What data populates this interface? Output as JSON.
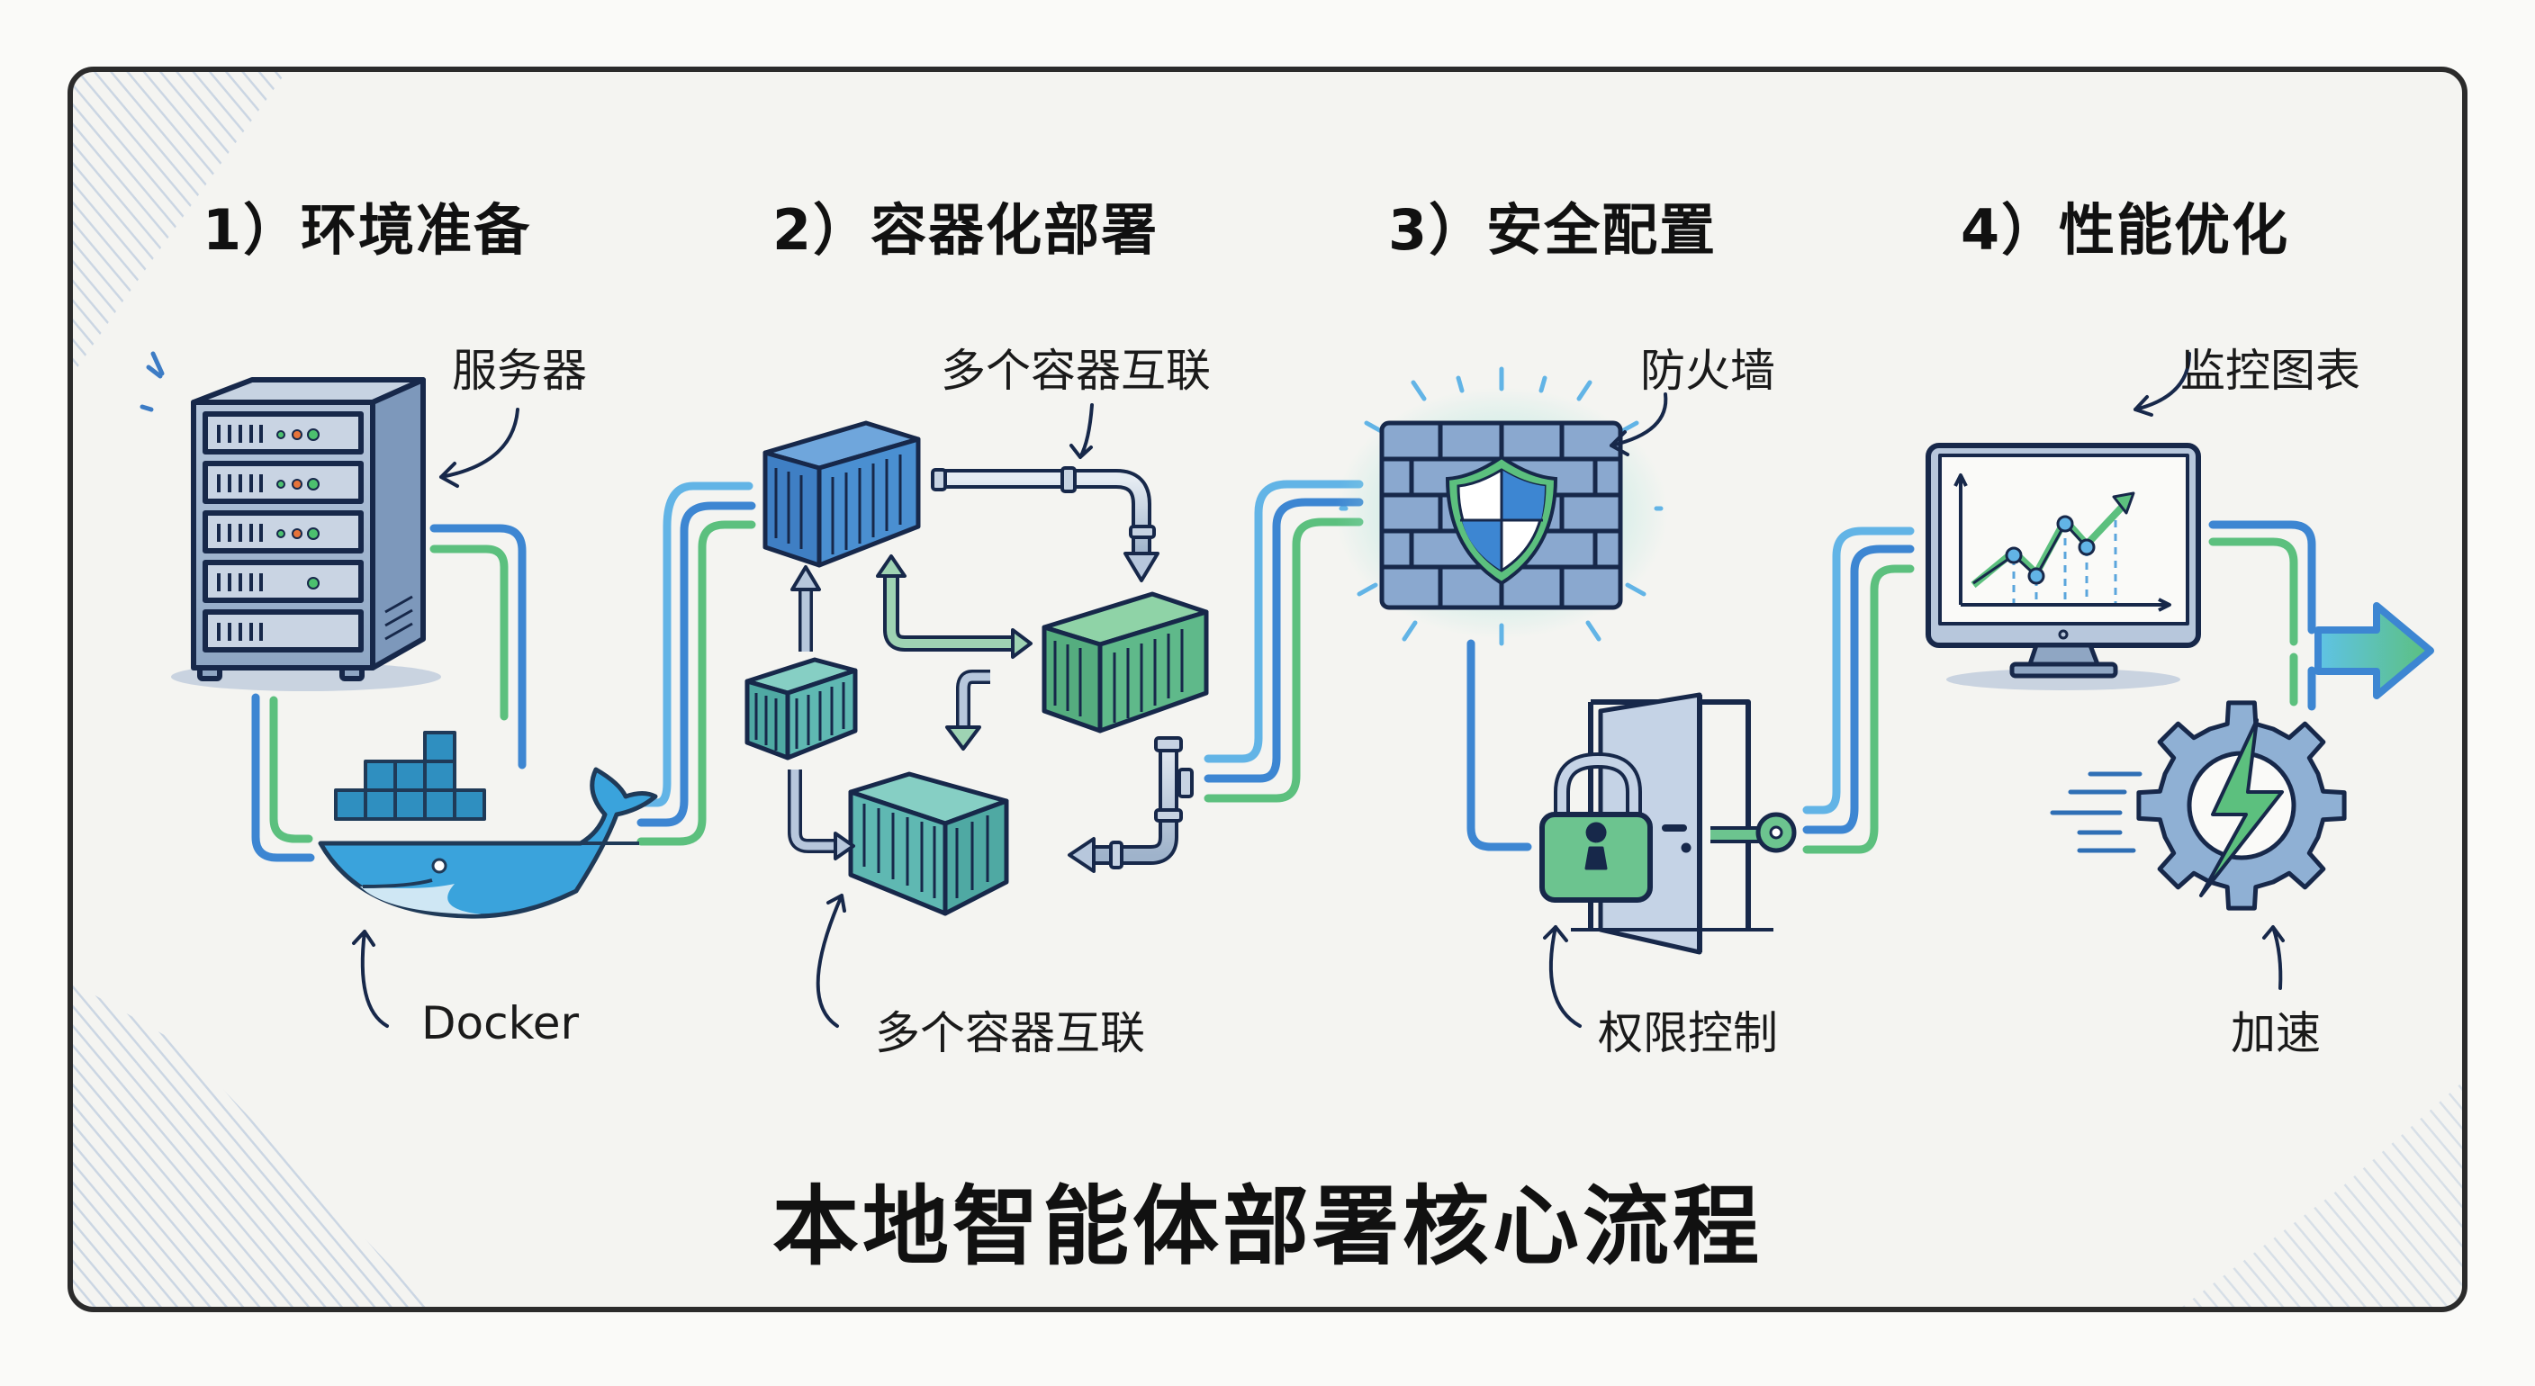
{
  "diagram": {
    "title": "本地智能体部署核心流程",
    "colors": {
      "frame": "#2b2b2b",
      "paper": "#f4f4f1",
      "hatch": "#a9bdd6",
      "line_light_blue": "#62b4e6",
      "line_blue": "#3d86d2",
      "line_green": "#5cc07e",
      "ink": "#17284a",
      "steel": "#8fa6c3",
      "container_blue": "#4a8fd1",
      "container_green": "#5fb98a",
      "container_teal": "#5fb8b2",
      "docker_blue": "#3aa3dc",
      "lock_green": "#6cc48f"
    },
    "phases": [
      {
        "number": "1）",
        "label": "环境准备",
        "icons": [
          "server-icon",
          "docker-whale-icon"
        ],
        "callouts": [
          {
            "text": "服务器",
            "target": "server"
          },
          {
            "text": "Docker",
            "target": "docker"
          }
        ]
      },
      {
        "number": "2）",
        "label": "容器化部署",
        "icons": [
          "container-icon",
          "pipe-icon",
          "arrow-icon"
        ],
        "callouts": [
          {
            "text": "多个容器互联",
            "target": "pipes"
          },
          {
            "text": "多个容器互联",
            "target": "containers"
          }
        ]
      },
      {
        "number": "3）",
        "label": "安全配置",
        "icons": [
          "firewall-icon",
          "shield-icon",
          "padlock-icon",
          "door-icon",
          "key-icon"
        ],
        "callouts": [
          {
            "text": "防火墙",
            "target": "firewall"
          },
          {
            "text": "权限控制",
            "target": "access-control"
          }
        ]
      },
      {
        "number": "4）",
        "label": "性能优化",
        "icons": [
          "monitor-chart-icon",
          "gear-lightning-icon",
          "output-arrow-icon"
        ],
        "callouts": [
          {
            "text": "监控图表",
            "target": "monitor"
          },
          {
            "text": "加速",
            "target": "gear"
          }
        ]
      }
    ]
  }
}
